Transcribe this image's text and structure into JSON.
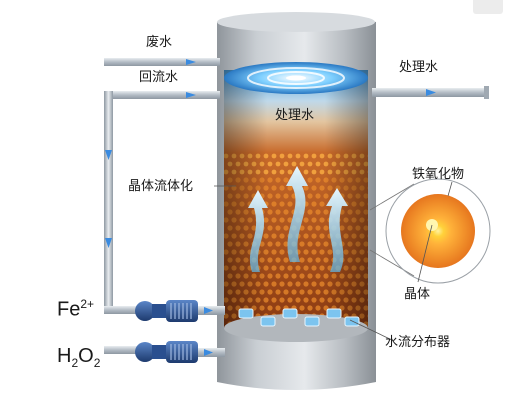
{
  "labels": {
    "waste_water": "废水",
    "reflux_water": "回流水",
    "treated_water_out": "处理水",
    "treated_water_top": "处理水",
    "crystal_fluidization": "晶体流体化",
    "iron_oxide": "铁氧化物",
    "crystal": "晶体",
    "water_distributor": "水流分布器"
  },
  "chemicals": {
    "iron": {
      "base": "Fe",
      "sup": "2+"
    },
    "peroxide": {
      "h": "H",
      "sub": "2",
      "o": "O",
      "sub2": "2"
    }
  },
  "colors": {
    "pipe": "#b8c2cc",
    "shell": "#a9aeb4",
    "sludge": "#b5561e",
    "pellet": "#e88a2c",
    "flow_arrow": "#8fd3f0",
    "pump": "#2a4f8f",
    "crystal_core": "#ffd23a",
    "crystal_shell": "#f08a24"
  }
}
